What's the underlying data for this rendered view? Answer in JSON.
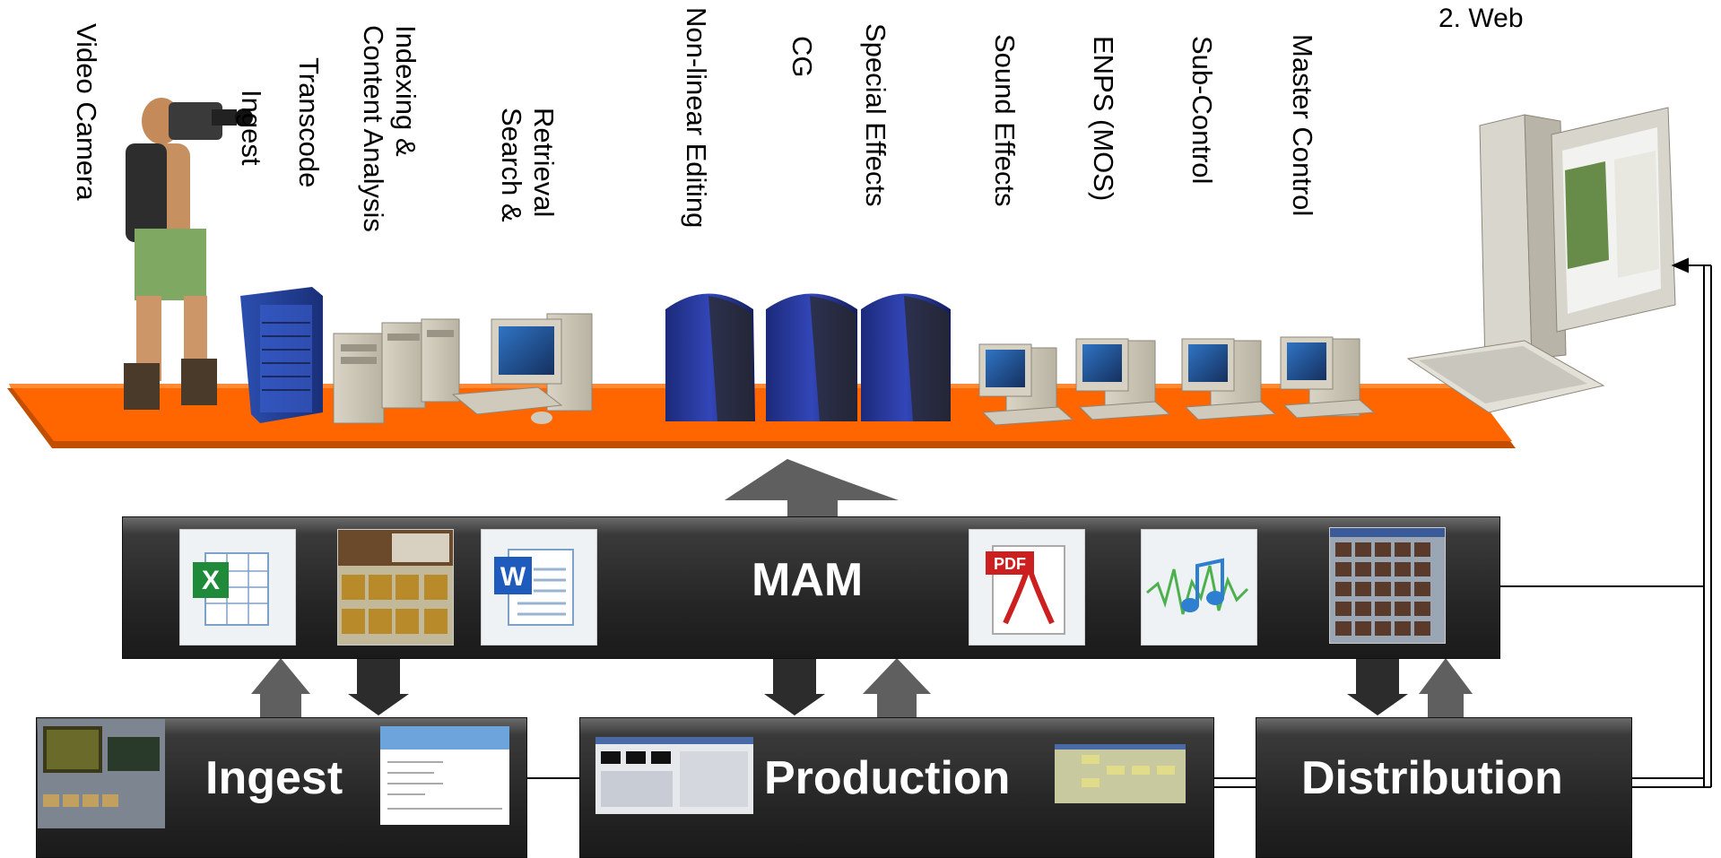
{
  "labels": {
    "video_camera": "Video Camera",
    "ingest": "Ingest",
    "transcode": "Transcode",
    "indexing": "Indexing &\nContent Analysis",
    "retrieval": "Retrieval\nSearch &",
    "nonlinear": "Non-linear Editing",
    "cg": "CG",
    "special_effects": "Special Effects",
    "sound_effects": "Sound Effects",
    "enps": "ENPS (MOS)",
    "sub_control": "Sub-Control",
    "master_control": "Master Control",
    "web": "2. Web"
  },
  "boxes": {
    "mam": "MAM",
    "ingest": "Ingest",
    "production": "Production",
    "distribution": "Distribution"
  },
  "colors": {
    "platform": "#ff6600",
    "box_dark": "#262626",
    "arrow_gray": "#5f5f5f",
    "arrow_dark": "#2c2c2c",
    "workstation_blue": "#1e2f8a"
  },
  "icons": {
    "mam_tiles": [
      "excel-icon",
      "video-thumbnails-icon",
      "word-icon",
      "pdf-icon",
      "audio-icon",
      "image-grid-icon"
    ]
  }
}
